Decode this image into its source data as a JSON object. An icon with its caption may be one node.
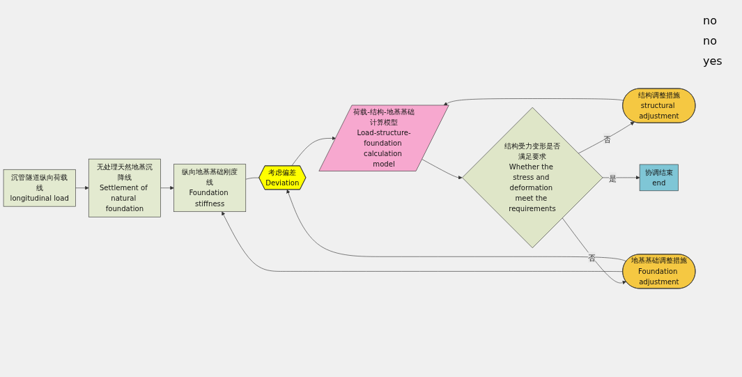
{
  "diagram": {
    "nodes": [
      {
        "text": [
          "沉管隧道纵向荷载线",
          "longitudinal load"
        ]
      },
      {
        "text": [
          "无处理天然地基沉降线",
          "Settlement of natural foundation"
        ]
      },
      {
        "text": [
          "纵向地基基础刚度线",
          "Foundation stiffness"
        ]
      },
      {
        "text": [
          "考虑偏差",
          "Deviation"
        ]
      },
      {
        "text": [
          "荷载-结构-地基基础计算模型",
          "Load-structure-foundation calculation model"
        ]
      },
      {
        "text": [
          "结构调整措施",
          "structural adjustment"
        ]
      },
      {
        "text": [
          "地基基础调整措施",
          "Foundation adjustment"
        ]
      },
      {
        "text": [
          "结构受力变形是否满足要求",
          "Whether the stress and deformation meet the requirements"
        ]
      },
      {
        "text": [
          "协调结束",
          "end"
        ]
      }
    ],
    "edges": [
      {
        "from": 0,
        "to": 1,
        "arrow": "to"
      },
      {
        "from": 1,
        "to": 2,
        "arrow": "to"
      },
      {
        "from": 2,
        "to": 3,
        "arrow": "none"
      },
      {
        "from": 3,
        "to": 4,
        "arrow": "to"
      },
      {
        "from": 5,
        "to": 4,
        "arrow": "to"
      },
      {
        "from": 4,
        "to": 7,
        "arrow": "to"
      },
      {
        "from": 7,
        "to": 5,
        "arrow": "to",
        "label": "否"
      },
      {
        "from": 7,
        "to": 6,
        "arrow": "to",
        "label": "否"
      },
      {
        "from": 7,
        "to": 8,
        "arrow": "to",
        "label": "是"
      },
      {
        "from": 6,
        "to": 2,
        "arrow": "to"
      },
      {
        "from": 6,
        "to": 3,
        "arrow": "to"
      }
    ],
    "labels": [
      "no",
      "no",
      "yes"
    ]
  }
}
